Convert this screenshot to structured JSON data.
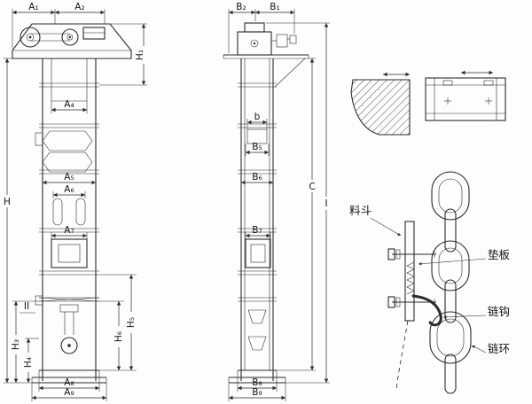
{
  "front_view": {
    "dim_a1": "A₁",
    "dim_a2": "A₂",
    "dim_h1": "H₁",
    "dim_a4": "A₄",
    "dim_a5": "A₅",
    "dim_a6": "A₆",
    "dim_a7": "A₇",
    "dim_h": "H",
    "section_mark": "II",
    "dim_h3": "H₃",
    "dim_h4": "H₄",
    "dim_h5": "H₅",
    "dim_h6": "H₆",
    "dim_a8": "A₈",
    "dim_a9": "A₉"
  },
  "side_view": {
    "dim_b2": "B₂",
    "dim_b1": "B₁",
    "dim_b": "b",
    "dim_b5": "B₅",
    "dim_b6": "B₆",
    "dim_b7": "B₇",
    "dim_c": "C",
    "dim_i": "I",
    "dim_b8": "B₈",
    "dim_b9": "B₉"
  },
  "chain_detail": {
    "label_hopper": "料斗",
    "label_pad_plate": "垫板",
    "label_chain_hook": "链钩",
    "label_chain_ring": "链环"
  }
}
